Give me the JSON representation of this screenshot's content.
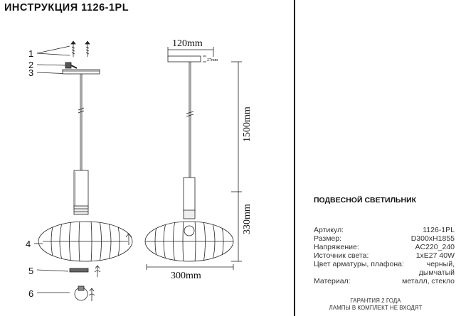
{
  "header": {
    "title": "ИНСТРУКЦИЯ 1126-1PL"
  },
  "callouts": [
    "1",
    "2",
    "3",
    "4",
    "5",
    "6"
  ],
  "dimensions": {
    "canopy": "120mm",
    "canopy_height": "27mm",
    "cable": "1500mm",
    "body_height": "330mm",
    "diameter": "300mm"
  },
  "product": {
    "name": "ПОДВЕСНОЙ СВЕТИЛЬНИК",
    "specs": [
      {
        "label": "Артикул:",
        "value": "1126-1PL"
      },
      {
        "label": "Размер:",
        "value": "D300xH1855"
      },
      {
        "label": "Напряжение:",
        "value": "AC220_240"
      },
      {
        "label": "Источник света:",
        "value": "1xE27 40W"
      },
      {
        "label": "Цвет арматуры, плафона:",
        "value": "черный,",
        "value2": "дымчатый"
      },
      {
        "label": "Материал:",
        "value": "металл, стекло"
      }
    ]
  },
  "footer": {
    "line1": "ГАРАНТИЯ 2 ГОДА",
    "line2": "ЛАМПЫ В КОМПЛЕКТ НЕ ВХОДЯТ"
  }
}
